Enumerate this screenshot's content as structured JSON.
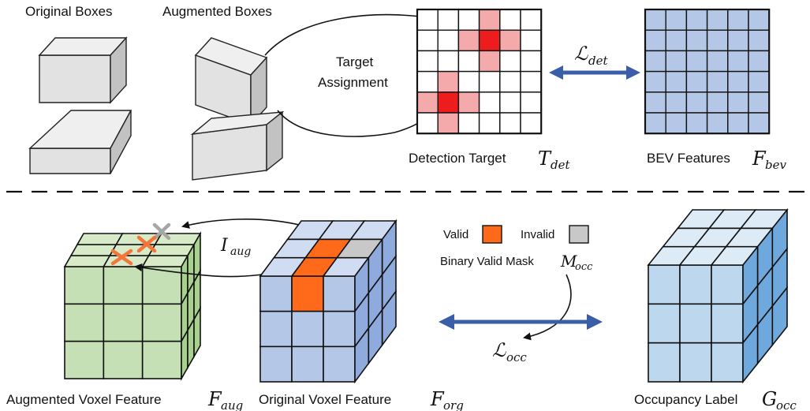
{
  "labels": {
    "original_boxes": "Original Boxes",
    "augmented_boxes": "Augmented Boxes",
    "target_line1": "Target",
    "target_line2": "Assignment",
    "detection_target": "Detection Target",
    "bev_features": "BEV Features",
    "valid": "Valid",
    "invalid": "Invalid",
    "binary_valid_mask": "Binary Valid Mask",
    "augmented_voxel": "Augmented Voxel Feature",
    "original_voxel": "Original Voxel Feature",
    "occupancy_label": "Occupancy Label"
  },
  "math": {
    "L_det_main": "ℒ",
    "L_det_sub": "det",
    "T_det_main": "T",
    "T_det_sub": "det",
    "F_bev_main": "F",
    "F_bev_sub": "bev",
    "I_aug_main": "I",
    "I_aug_sub": "aug",
    "M_occ_main": "M",
    "M_occ_sub": "occ",
    "L_occ_main": "ℒ",
    "L_occ_sub": "occ",
    "F_aug_main": "F",
    "F_aug_sub": "aug",
    "F_org_main": "F",
    "F_org_sub": "org",
    "G_occ_main": "G",
    "G_occ_sub": "occ"
  },
  "colors": {
    "box_front": "#e2e2e2",
    "box_top": "#efefef",
    "box_side": "#c2c2c2",
    "grid_highlight": "#f4a9aa",
    "grid_center": "#ee1d1d",
    "bev_cell": "#b4c7e7",
    "arrow_blue": "#3a5fa8",
    "valid": "#ff6a1a",
    "invalid": "#c8c8c8",
    "green_front": "#c5e0b4",
    "green_top": "#d7ebc9",
    "green_side": "#a9d18e",
    "blue_front": "#b4c7e7",
    "blue_top": "#cfdcf1",
    "blue_side": "#8faadc",
    "light_front": "#bdd7ee",
    "light_top": "#ddebf7",
    "light_side": "#6fa8dc",
    "cross_orange": "#f4763a",
    "cross_gray": "#a6a6a6"
  },
  "grid": {
    "size": 6,
    "highlight": [
      [
        3,
        0
      ],
      [
        2,
        1
      ],
      [
        4,
        1
      ],
      [
        3,
        2
      ],
      [
        1,
        3
      ],
      [
        0,
        4
      ],
      [
        2,
        4
      ],
      [
        1,
        5
      ]
    ],
    "center": [
      [
        3,
        1
      ],
      [
        1,
        4
      ]
    ]
  }
}
